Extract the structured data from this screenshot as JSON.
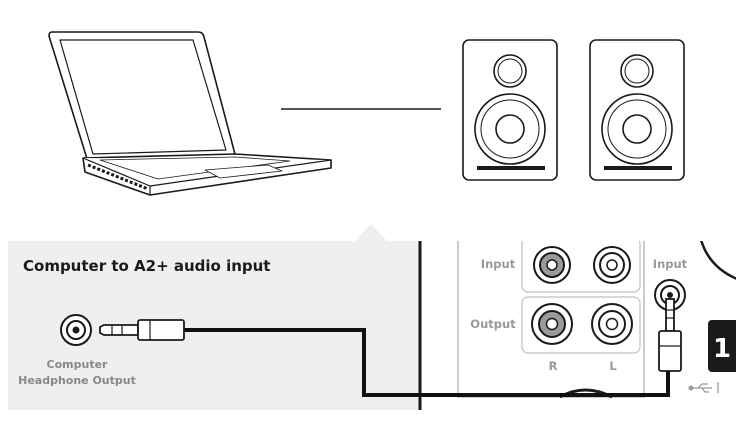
{
  "panel": {
    "title": "Computer to A2+ audio input",
    "source_label_line1": "Computer",
    "source_label_line2": "Headphone Output"
  },
  "back_panel": {
    "row_input": "Input",
    "row_output": "Output",
    "col_r": "R",
    "col_l": "L",
    "aux_input": "Input",
    "partial_badge": "1"
  },
  "colors": {
    "panel_bg": "#efefef",
    "line": "#1a1a1a",
    "label_gray": "#888888",
    "title_text": "#1a1a1a"
  },
  "icons": [
    "laptop-icon",
    "speaker-icon",
    "speaker-icon",
    "headphone-jack-icon",
    "stereo-plug-icon",
    "rca-jack-icon",
    "usb-icon"
  ]
}
